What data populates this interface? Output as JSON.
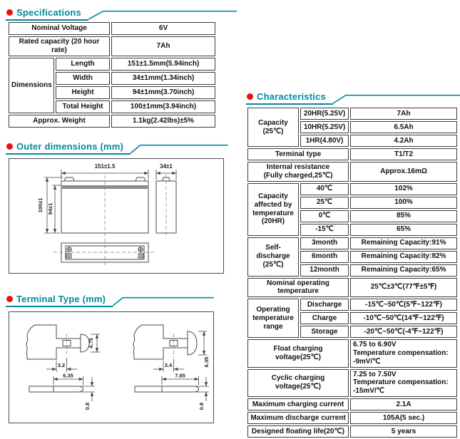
{
  "sections": {
    "specifications": {
      "title": "Specifications",
      "rows": [
        {
          "label": "Nominal Voltage",
          "value": "6V"
        },
        {
          "label": "Rated capacity (20 hour rate)",
          "value": "7Ah"
        },
        {
          "group": "Dimensions",
          "label": "Length",
          "value": "151±1.5mm(5.94inch)"
        },
        {
          "label": "Width",
          "value": "34±1mm(1.34inch)"
        },
        {
          "label": "Height",
          "value": "94±1mm(3.70inch)"
        },
        {
          "label": "Total Height",
          "value": "100±1mm(3.94inch)"
        },
        {
          "label": "Approx. Weight",
          "value": "1.1kg(2.42lbs)±5%"
        }
      ]
    },
    "outer_dimensions": {
      "title": "Outer dimensions (mm)"
    },
    "terminal_type": {
      "title": "Terminal Type (mm)"
    },
    "characteristics": {
      "title": "Characteristics",
      "capacity": {
        "label": "Capacity\n(25℃)",
        "rows": [
          {
            "label": "20HR(5.25V)",
            "value": "7Ah"
          },
          {
            "label": "10HR(5.25V)",
            "value": "6.5Ah"
          },
          {
            "label": "1HR(4.80V)",
            "value": "4.2Ah"
          }
        ]
      },
      "terminal_type": {
        "label": "Terminal type",
        "value": "T1/T2"
      },
      "internal_resistance": {
        "label": "Internal resistance\n(Fully charged,25℃)",
        "value": "Approx.16mΩ"
      },
      "temperature_capacity": {
        "label": "Capacity\naffected by\ntemperature\n(20HR)",
        "rows": [
          {
            "label": "40℃",
            "value": "102%"
          },
          {
            "label": "25℃",
            "value": "100%"
          },
          {
            "label": "0℃",
            "value": "85%"
          },
          {
            "label": "-15℃",
            "value": "65%"
          }
        ]
      },
      "self_discharge": {
        "label": "Self-discharge\n(25℃)",
        "rows": [
          {
            "label": "3month",
            "value": "Remaining Capacity:91%"
          },
          {
            "label": "6month",
            "value": "Remaining Capacity:82%"
          },
          {
            "label": "12month",
            "value": "Remaining Capacity:65%"
          }
        ]
      },
      "nominal_operating_temperature": {
        "label": "Nominal operating\ntemperature",
        "value": "25℃±3℃(77℉±5℉)"
      },
      "operating_temperature_range": {
        "label": "Operating\ntemperature\nrange",
        "rows": [
          {
            "label": "Discharge",
            "value": "-15℃~50℃(5℉~122℉)"
          },
          {
            "label": "Charge",
            "value": "-10℃~50℃(14℉~122℉)"
          },
          {
            "label": "Storage",
            "value": "-20℃~50℃(-4℉~122℉)"
          }
        ]
      },
      "float_charging": {
        "label": "Float charging voltage(25℃)",
        "value": "6.75 to 6.90V\nTemperature compensation:\n-9mV/℃"
      },
      "cyclic_charging": {
        "label": "Cyclic charging voltage(25℃)",
        "value": "7.25 to 7.50V\nTemperature compensation:\n-15mV/℃"
      },
      "max_charging_current": {
        "label": "Maximum charging current",
        "value": "2.1A"
      },
      "max_discharge_current": {
        "label": "Maximum discharge current",
        "value": "105A(5 sec.)"
      },
      "floating_life": {
        "label": "Designed floating life(20℃)",
        "value": "5 years"
      }
    }
  },
  "drawings": {
    "outer": {
      "length": "151±1.5",
      "width": "34±1",
      "total_height": "100±1",
      "height": "94±1"
    },
    "t1": {
      "blade_width": "4.75",
      "root_width": "3.2",
      "tab_length": "6.35",
      "thickness": "0.8"
    },
    "t2": {
      "blade_width": "6.35",
      "root_width": "3.4",
      "tab_length": "7.85",
      "thickness": "0.8"
    }
  },
  "colors": {
    "accent_teal": "#0089A0",
    "bullet_red": "#E8120E",
    "table_border": "#3D3D3D"
  }
}
